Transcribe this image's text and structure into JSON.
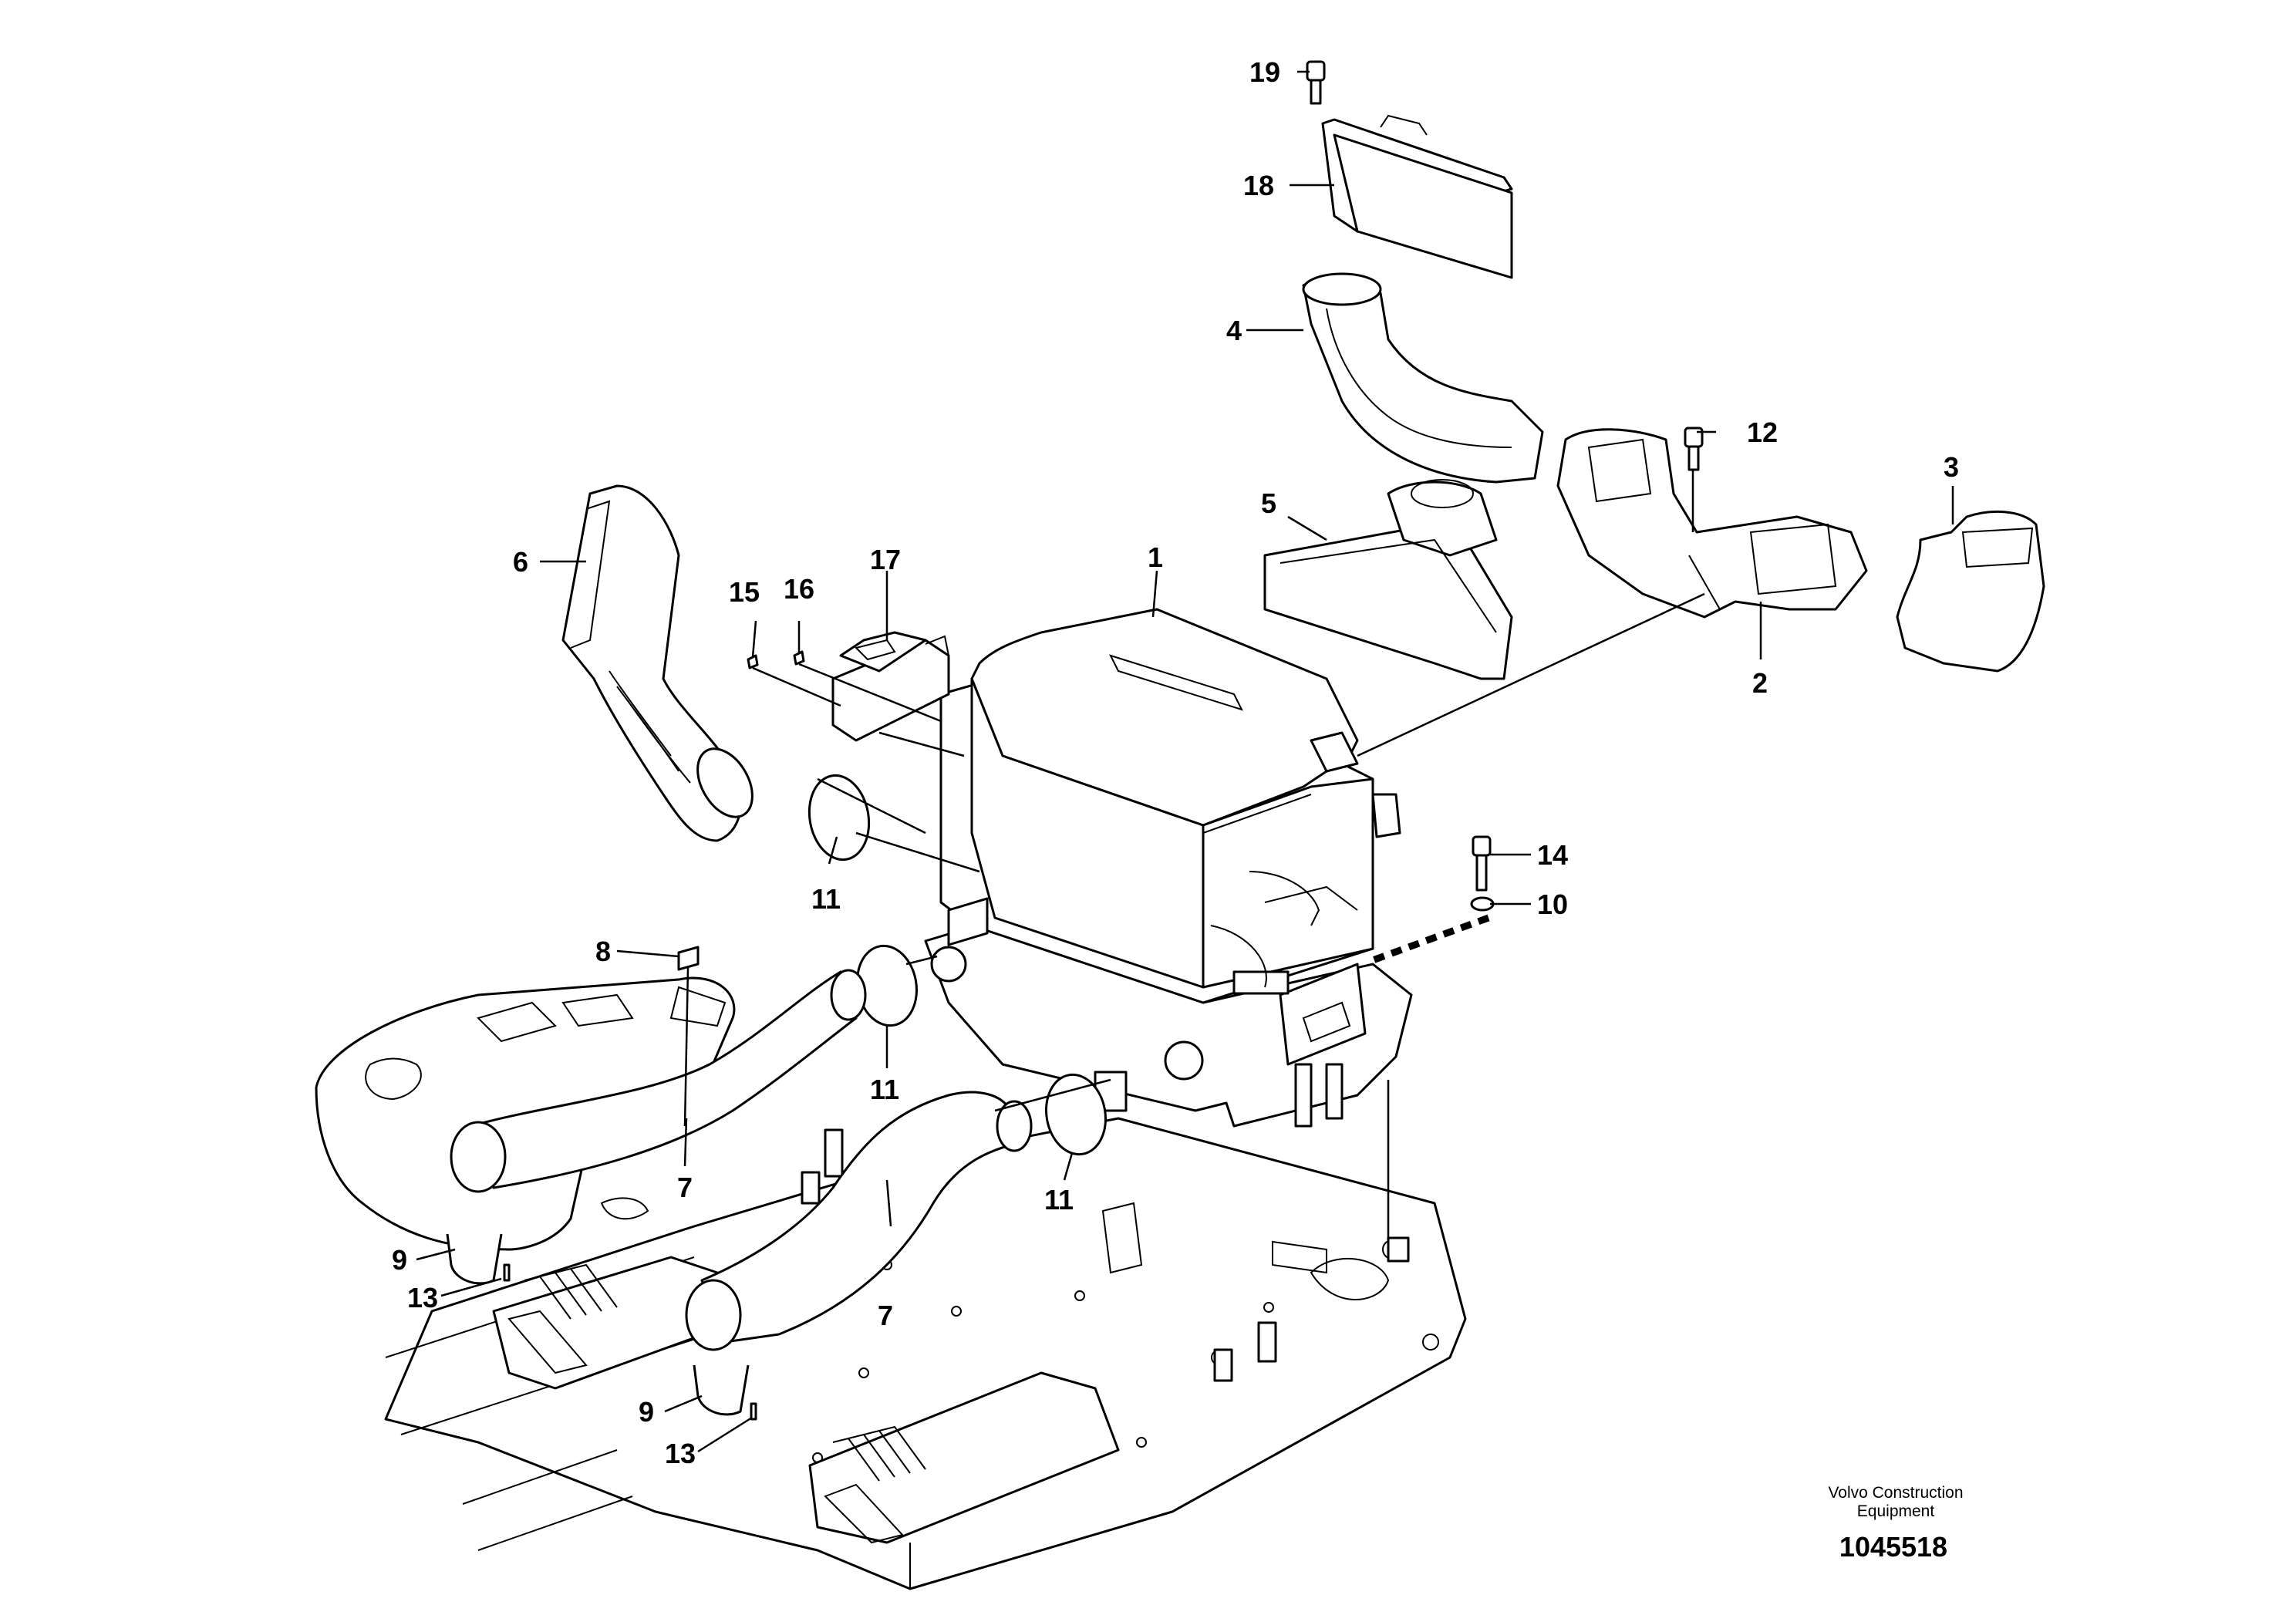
{
  "callouts": {
    "c1": "1",
    "c2": "2",
    "c3": "3",
    "c4": "4",
    "c5": "5",
    "c6": "6",
    "c7a": "7",
    "c7b": "7",
    "c8": "8",
    "c9a": "9",
    "c9b": "9",
    "c10": "10",
    "c11a": "11",
    "c11b": "11",
    "c11c": "11",
    "c12": "12",
    "c13a": "13",
    "c13b": "13",
    "c14": "14",
    "c15": "15",
    "c16": "16",
    "c17": "17",
    "c18": "18",
    "c19": "19"
  },
  "credit": {
    "line1": "Volvo Construction",
    "line2": "Equipment"
  },
  "document_number": "1045518"
}
